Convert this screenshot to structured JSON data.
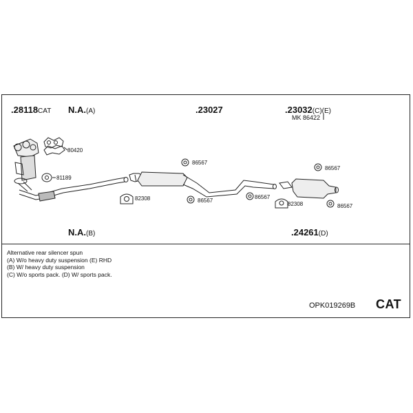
{
  "group_labels": {
    "cat_part": ".28118",
    "cat_suffix": "CAT",
    "na_a": "N.A.",
    "na_a_suffix": "(A)",
    "mid_silencer": ".23027",
    "rear_silencer": ".23032",
    "rear_silencer_suffix": "(C)(E)",
    "mk_label": "MK  86422",
    "na_b": "N.A.",
    "na_b_suffix": "(B)",
    "alt_rear": ".24261",
    "alt_rear_suffix": "(D)"
  },
  "part_numbers": {
    "gasket_80420": "80420",
    "gasket_81189": "81189",
    "clamp_82308_left": "82308",
    "rubber_86567_a": "86567",
    "rubber_86567_b": "86567",
    "rubber_86567_c": "86567",
    "clamp_82308_right": "82308",
    "rubber_86567_d": "86567",
    "rubber_86567_e": "86567"
  },
  "notes": [
    "Alternative rear silencer spun",
    "(A) W/o heavy duty suspension (E) RHD",
    "(B) W/ heavy duty suspension",
    "(C) W/o sports pack. (D) W/ sports pack."
  ],
  "kit_code": "OPK019269B",
  "kit_type": "CAT"
}
